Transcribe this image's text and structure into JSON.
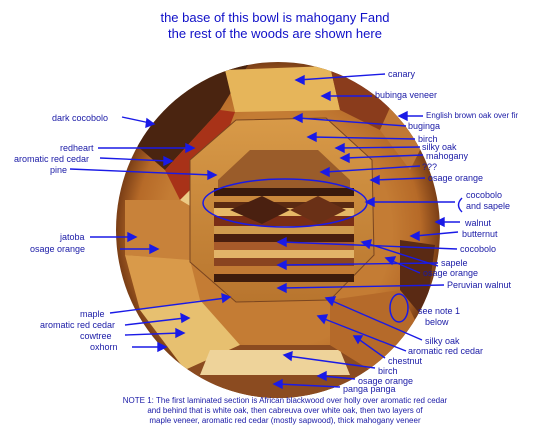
{
  "title": {
    "line1": "the base of this bowl is mahogany Fand",
    "line2": "the rest of the woods are shown here"
  },
  "labels": {
    "canary": "canary",
    "bubinga_veneer": "bubinga veneer",
    "english_brown_oak": "English brown oak over fir",
    "buginga": "buginga",
    "birch_top": "birch",
    "silky_oak_top": "silky oak",
    "mahogany": "mahogany",
    "question": "???",
    "osage_orange_right": "osage orange",
    "cocobolo_sapele": "cocobolo",
    "cocobolo_sapele_2": "and sapele",
    "walnut": "walnut",
    "butternut": "butternut",
    "cocobolo": "cocobolo",
    "sapele": "sapele",
    "osage_orange_right2": "osage orange",
    "peruvian_walnut": "Peruvian walnut",
    "see_note": "see note 1",
    "see_note_2": "below",
    "silky_oak_bottom": "silky oak",
    "aromatic_red_cedar_bottom": "aromatic red cedar",
    "chestnut": "chestnut",
    "birch_bottom": "birch",
    "osage_orange_bottom": "osage orange",
    "panga_panga": "panga panga",
    "dark_cocobolo": "dark cocobolo",
    "redheart": "redheart",
    "aromatic_red_cedar_left": "aromatic red cedar",
    "pine": "pine",
    "jatoba": "jatoba",
    "osage_orange_left": "osage orange",
    "maple": "maple",
    "aromatic_red_cedar_left2": "aromatic red cedar",
    "cowtree": "cowtree",
    "oxhorn": "oxhorn"
  },
  "note": {
    "line1": "NOTE 1: The first laminated section is African blackwood over holly over aromatic red cedar",
    "line2": "and behind that is white oak, then cabreuva over white oak, then two layers of",
    "line3": "maple veneer, aromatic red cedar (mostly sapwood), thick mahogany veneer"
  },
  "colors": {
    "text": "#1a1aa6",
    "title": "#1010c8",
    "arrow": "#1a1ae6",
    "wood_light": "#e2b45a",
    "wood_mid": "#c98a3a",
    "wood_dark": "#7a3a1a",
    "wood_red": "#a53a1a"
  }
}
